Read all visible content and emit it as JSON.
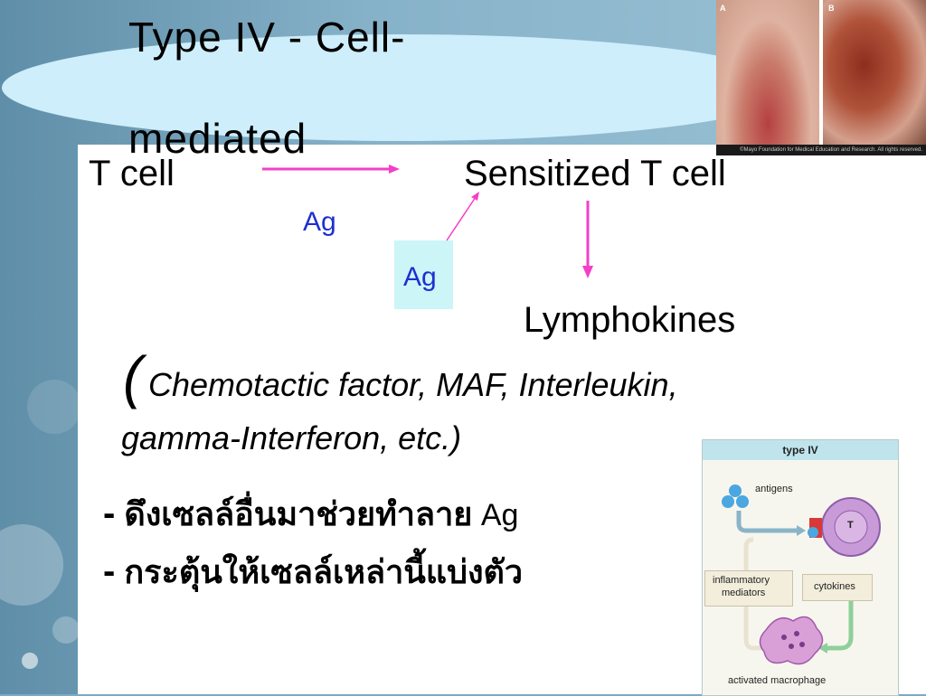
{
  "slide": {
    "title_line1": "Type IV - Cell-",
    "title_line2": "mediated",
    "t_cell": "T cell",
    "ag_label_1": "Ag",
    "ag_label_2": "Ag",
    "sensitized": "Sensitized T cell",
    "lymphokines": "Lymphokines",
    "paren_open": "(",
    "list_line1": "Chemotactic factor, MAF, Interleukin,",
    "list_line2": "gamma-Interferon, etc.)",
    "bullet1_dash": "-",
    "bullet1_thai": "ดึงเซลล์อื่นมาช่วยทำลาย",
    "bullet1_ag": " Ag",
    "bullet2_dash": "-",
    "bullet2_thai": "กระตุ้นให้เซลล์เหล่านี้แบ่งตัว"
  },
  "photo": {
    "label_a": "A",
    "label_b": "B",
    "credit": "©Mayo Foundation for Medical Education and Research.  All rights reserved."
  },
  "figure": {
    "title": "type IV",
    "antigens": "antigens",
    "t_label": "T",
    "inflammatory_1": "inflammatory",
    "inflammatory_2": "mediators",
    "cytokines": "cytokines",
    "macrophage": "activated macrophage"
  },
  "colors": {
    "arrow": "#f43fc8",
    "ag_text": "#1e2fd0",
    "ellipse": "#cdeefa"
  }
}
